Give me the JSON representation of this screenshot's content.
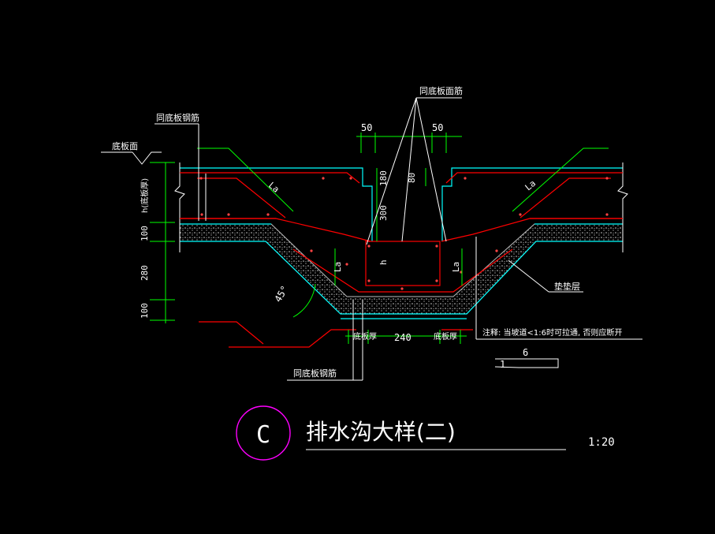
{
  "drawing": {
    "title": "排水沟大样(二)",
    "scale": "1:20",
    "detail_marker": "C"
  },
  "labels": {
    "top_bars_note": "同底板面筋",
    "bottom_bars_note_left": "同底板钢筋",
    "bottom_bars_note_bottom": "同底板钢筋",
    "slab_surface": "底板面",
    "slab_thickness": "h(底板厚)",
    "cushion": "垫垫层",
    "bottom_thk_left": "底板厚",
    "bottom_thk_right": "底板厚",
    "anchor_la": "La",
    "inner_h": "h",
    "note": "注释: 当坡道<1:6时可拉通, 否则应断开",
    "slope_1": "1",
    "slope_6": "6"
  },
  "dimensions": {
    "top_left_50": "50",
    "top_right_50": "50",
    "d180": "180",
    "d80": "80",
    "d300": "300",
    "left_100_top": "100",
    "left_280": "280",
    "left_100_bottom": "100",
    "bottom_240": "240",
    "angle_45": "45°"
  },
  "colors": {
    "background": "#000000",
    "rebar": "#ff0000",
    "concrete_outline": "#00ffff",
    "dimension": "#00ff00",
    "text": "#ffffff",
    "marker_circle": "#ff00ff",
    "cushion_fill": "#c8c8c8"
  }
}
